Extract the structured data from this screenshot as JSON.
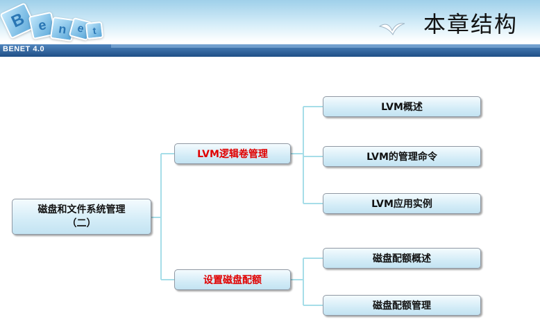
{
  "header": {
    "logo_letters": [
      "B",
      "e",
      "n",
      "e",
      "t"
    ],
    "version": "BENET 4.0",
    "title": "本章结构"
  },
  "diagram": {
    "root": {
      "line1": "磁盘和文件系统管理",
      "line2": "（二）"
    },
    "branches": [
      {
        "label": "LVM逻辑卷管理",
        "highlight": true,
        "children": [
          "LVM概述",
          "LVM的管理命令",
          "LVM应用实例"
        ]
      },
      {
        "label": "设置磁盘配额",
        "highlight": true,
        "children": [
          "磁盘配额概述",
          "磁盘配额管理"
        ]
      }
    ]
  },
  "colors": {
    "highlight_text": "#e00000",
    "connector": "#a6dde8",
    "header_band": "#1f4f86"
  }
}
